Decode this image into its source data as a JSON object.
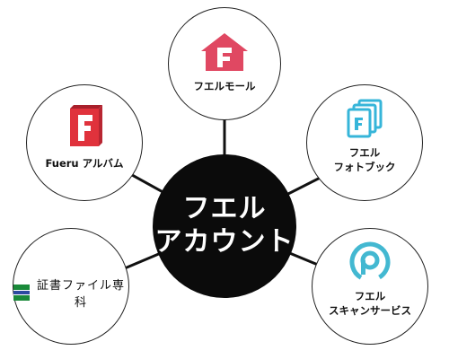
{
  "center": {
    "label": "フエル\nアカウント",
    "color": "#0b0b0b"
  },
  "nodes": [
    {
      "key": "mall",
      "label": "フエルモール",
      "icon": "house-f-icon",
      "color": "#e04862"
    },
    {
      "key": "album",
      "label": "Fueru アルバム",
      "icon": "book-f-icon",
      "color": "#e0323c"
    },
    {
      "key": "photobook",
      "label": "フエル\nフォトブック",
      "icon": "stacked-pages-icon",
      "color": "#36b5d9"
    },
    {
      "key": "shomei",
      "label": "証書ファイル専科",
      "icon": "shomei-logo-icon",
      "color": "#1a8a3a"
    },
    {
      "key": "scan",
      "label": "フエル\nスキャンサービス",
      "icon": "scan-p-icon",
      "color": "#43b8d1"
    }
  ]
}
